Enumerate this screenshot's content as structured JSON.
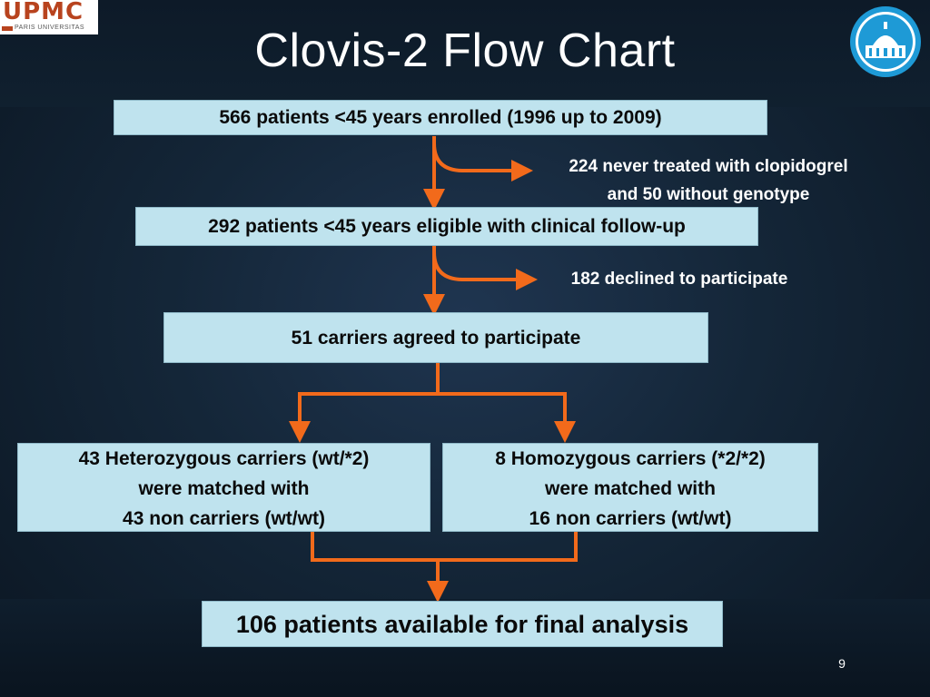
{
  "slide": {
    "title": "Clovis-2 Flow Chart",
    "page_number": "9"
  },
  "logos": {
    "left_brand": "UPMC",
    "left_sub": "PARIS UNIVERSITAS"
  },
  "flow": {
    "enrolled": "566 patients <45 years enrolled (1996  up to 2009)",
    "excluded_line1": "224 never treated with clopidogrel",
    "excluded_line2": "and 50 without genotype",
    "eligible": "292 patients <45 years eligible with clinical follow-up",
    "declined": "182 declined to participate",
    "agreed": "51 carriers agreed to participate",
    "hetero_line1": "43  Heterozygous carriers (wt/*2)",
    "hetero_line2": "were matched with",
    "hetero_line3": "43  non carriers (wt/wt)",
    "homo_line1": "8  Homozygous carriers (*2/*2)",
    "homo_line2": "were matched with",
    "homo_line3": "16 non carriers (wt/wt)",
    "final": "106 patients available for final analysis"
  },
  "colors": {
    "box_fill": "#bfe3ee",
    "arrow": "#f26a1b",
    "text_light": "#ffffff"
  }
}
